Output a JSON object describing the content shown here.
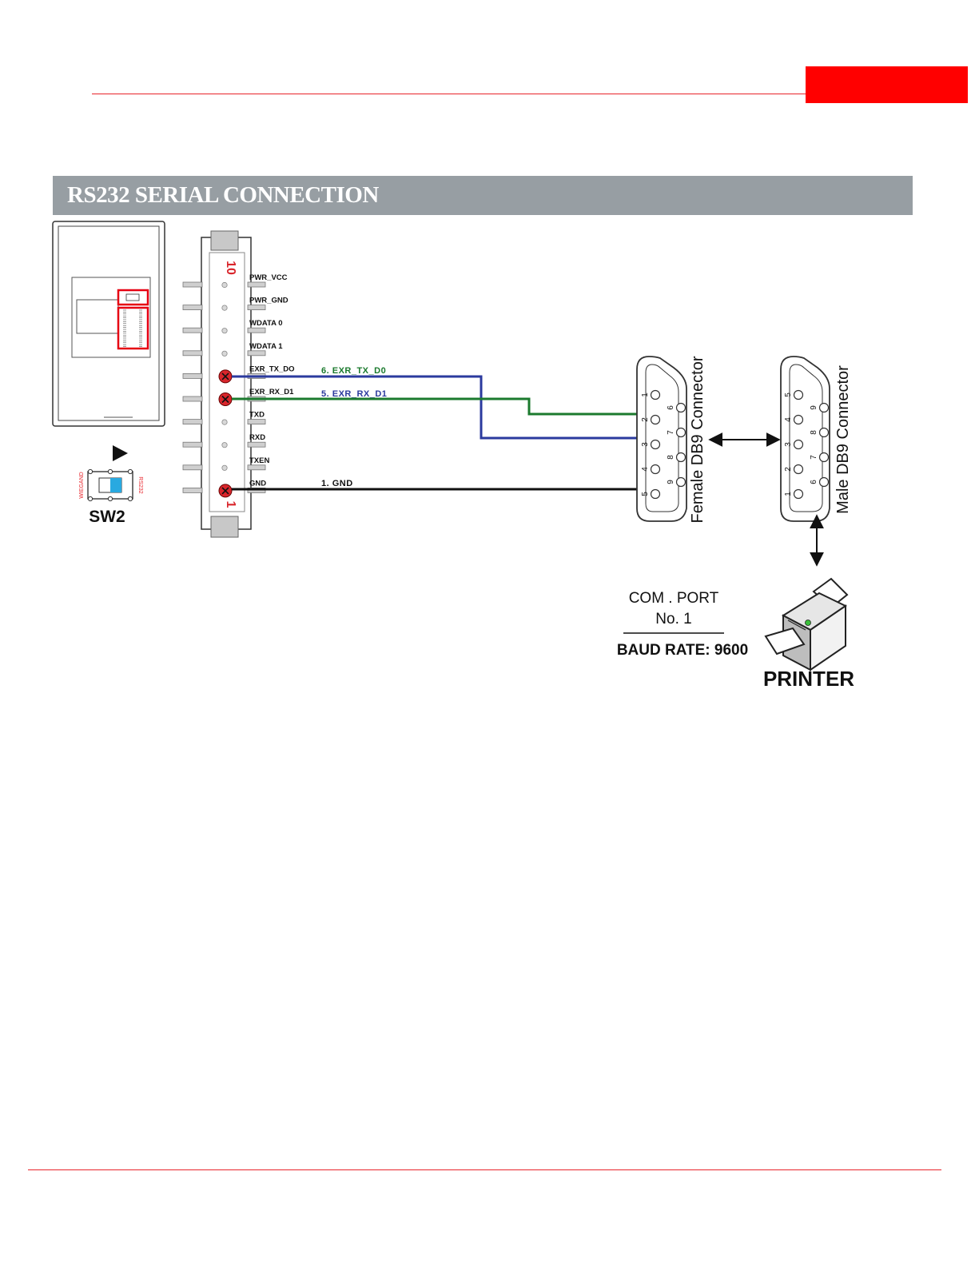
{
  "section": {
    "title": "RS232 SERIAL CONNECTION"
  },
  "terminal": {
    "pin_top_number": "10",
    "pin_bottom_number": "1",
    "pins": [
      "PWR_VCC",
      "PWR_GND",
      "WDATA 0",
      "WDATA 1",
      "EXR_TX_DO",
      "EXR_RX_D1",
      "TXD",
      "RXD",
      "TXEN",
      "GND"
    ]
  },
  "wires": [
    {
      "label": "6. EXR_TX_D0",
      "color": "#1b7a2e"
    },
    {
      "label": "5. EXR_RX_D1",
      "color": "#2b3a9e"
    },
    {
      "label": "1. GND",
      "color": "#111111"
    }
  ],
  "switch": {
    "name": "SW2",
    "left_label": "WIEGAND",
    "right_label": "RS232"
  },
  "female_connector": {
    "title": "Female DB9 Connector",
    "left_pins": [
      "1",
      "2",
      "3",
      "4",
      "5"
    ],
    "right_pins": [
      "6",
      "7",
      "8",
      "9"
    ]
  },
  "male_connector": {
    "title": "Male DB9 Connector",
    "left_pins": [
      "5",
      "4",
      "3",
      "2",
      "1"
    ],
    "right_pins": [
      "9",
      "8",
      "7",
      "6"
    ]
  },
  "com_port": {
    "line1": "COM    . PORT",
    "line2": "No. 1",
    "baud": "BAUD RATE: 9600"
  },
  "printer": {
    "label": "PRINTER"
  },
  "colors": {
    "accent_red": "#ff0000",
    "header_gray": "#979ea3",
    "pin_red": "#d9262c",
    "switch_blue": "#29a9e0"
  }
}
